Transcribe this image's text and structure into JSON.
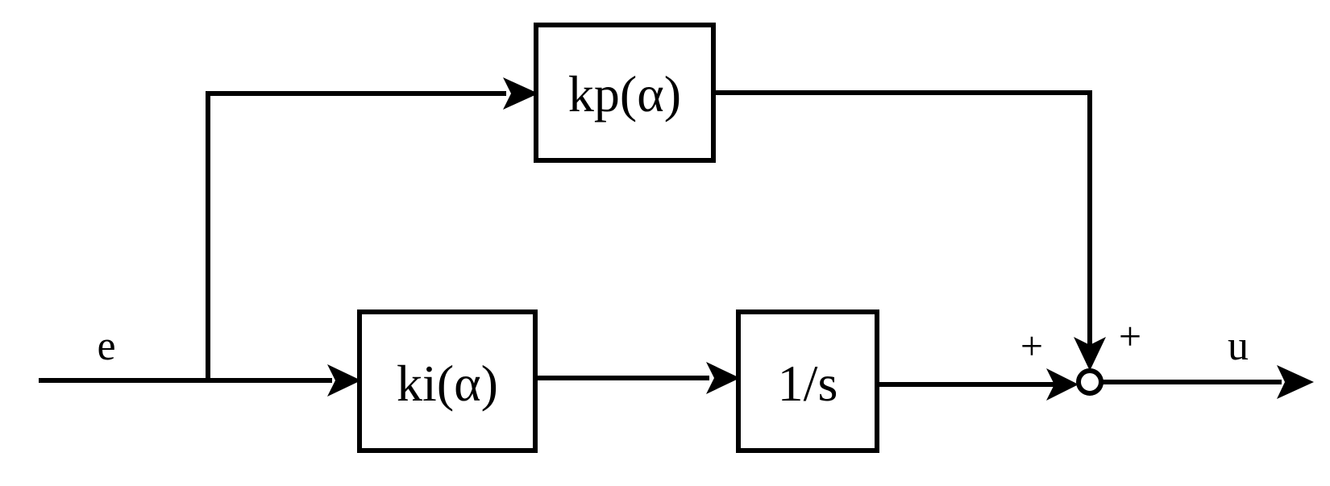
{
  "blocks": {
    "kp": {
      "label": "kp(α)"
    },
    "ki": {
      "label": "ki(α)"
    },
    "integrator": {
      "label": "1/s"
    }
  },
  "signals": {
    "input": "e",
    "output": "u"
  },
  "summing_junction": {
    "left_sign": "+",
    "top_sign": "+"
  }
}
